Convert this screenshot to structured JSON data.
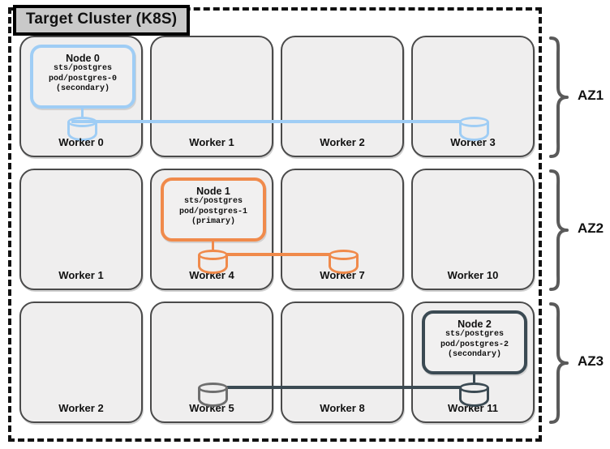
{
  "cluster": {
    "title": "Target Cluster (K8S)",
    "border_style": "dashed",
    "border_color": "#111111",
    "title_fill": "#c9c9c9"
  },
  "colors": {
    "node0_accent": "#9fcdf5",
    "node1_accent": "#f08a4b",
    "node2_accent": "#3b4a53",
    "plain_db": "#6e6e6e",
    "worker_fill": "#efeeee",
    "worker_border": "#4a4a4a"
  },
  "availability_zones": [
    {
      "label": "AZ1"
    },
    {
      "label": "AZ2"
    },
    {
      "label": "AZ3"
    }
  ],
  "rows": [
    {
      "az": "AZ1",
      "workers": [
        {
          "label": "Worker 0",
          "node": {
            "title": "Node 0",
            "sts": "sts/postgres",
            "pod": "pod/postgres-0",
            "role": "(secondary)",
            "accent": "node0_accent"
          },
          "db": "node0_accent"
        },
        {
          "label": "Worker 1",
          "node": null,
          "db": null
        },
        {
          "label": "Worker 2",
          "node": null,
          "db": null
        },
        {
          "label": "Worker 3",
          "node": null,
          "db": "node0_accent"
        }
      ]
    },
    {
      "az": "AZ2",
      "workers": [
        {
          "label": "Worker 1",
          "node": null,
          "db": null
        },
        {
          "label": "Worker 4",
          "node": {
            "title": "Node 1",
            "sts": "sts/postgres",
            "pod": "pod/postgres-1",
            "role": "(primary)",
            "accent": "node1_accent"
          },
          "db": "node1_accent"
        },
        {
          "label": "Worker 7",
          "node": null,
          "db": "node1_accent"
        },
        {
          "label": "Worker 10",
          "node": null,
          "db": null
        }
      ]
    },
    {
      "az": "AZ3",
      "workers": [
        {
          "label": "Worker 2",
          "node": null,
          "db": null
        },
        {
          "label": "Worker 5",
          "node": null,
          "db": "plain_db"
        },
        {
          "label": "Worker 8",
          "node": null,
          "db": null
        },
        {
          "label": "Worker 11",
          "node": {
            "title": "Node 2",
            "sts": "sts/postgres",
            "pod": "pod/postgres-2",
            "role": "(secondary)",
            "accent": "node2_accent"
          },
          "db": "node2_accent"
        }
      ]
    }
  ]
}
